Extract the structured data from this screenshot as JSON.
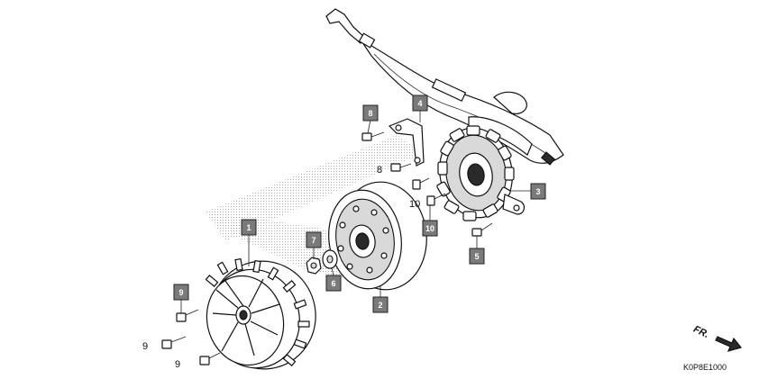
{
  "diagram": {
    "callouts": [
      {
        "id": "c1",
        "label": "1"
      },
      {
        "id": "c2",
        "label": "2"
      },
      {
        "id": "c3",
        "label": "3"
      },
      {
        "id": "c4",
        "label": "4"
      },
      {
        "id": "c5",
        "label": "5"
      },
      {
        "id": "c6",
        "label": "6"
      },
      {
        "id": "c7",
        "label": "7"
      },
      {
        "id": "c8",
        "label": "8"
      },
      {
        "id": "c9",
        "label": "9"
      },
      {
        "id": "c10",
        "label": "10"
      }
    ],
    "plain_labels": {
      "bolt8": "8",
      "bolt10": "10",
      "bolt9a": "9",
      "bolt9b": "9"
    },
    "direction_label": "FR.",
    "diagram_code": "K0P8E1000"
  },
  "colors": {
    "callout_fill": "#7a7a7a",
    "line": "#111111"
  }
}
